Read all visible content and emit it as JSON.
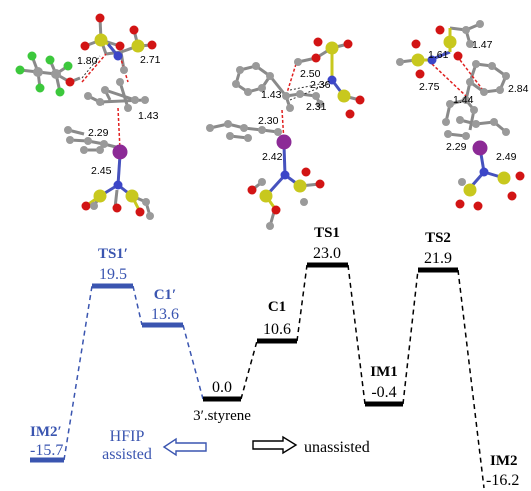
{
  "diagram": {
    "colors": {
      "assisted": "#3a55b0",
      "unassisted": "#000000",
      "atom_sulfur": "#c8c81e",
      "atom_oxygen": "#d21414",
      "atom_nitrogen": "#3c46c8",
      "atom_iodine": "#8c2a96",
      "atom_fluorine": "#3cc83c",
      "atom_carbon": "#9a9a9a",
      "bond_forming": "#e02020"
    },
    "levels": [
      {
        "name": "TS1′",
        "energy": "19.5",
        "path": "assisted"
      },
      {
        "name": "C1′",
        "energy": "13.6",
        "path": "assisted"
      },
      {
        "name": "IM2′",
        "energy": "-15.7",
        "path": "assisted"
      },
      {
        "name": "3′.styrene",
        "energy": "0.0",
        "path": "shared"
      },
      {
        "name": "C1",
        "energy": "10.6",
        "path": "unassisted"
      },
      {
        "name": "TS1",
        "energy": "23.0",
        "path": "unassisted"
      },
      {
        "name": "IM1",
        "energy": "-0.4",
        "path": "unassisted"
      },
      {
        "name": "TS2",
        "energy": "21.9",
        "path": "unassisted"
      },
      {
        "name": "IM2",
        "energy": "-16.2",
        "path": "unassisted"
      }
    ],
    "legend": {
      "assisted_line1": "HFIP",
      "assisted_line2": "assisted",
      "unassisted": "unassisted"
    },
    "distances": {
      "ts1p": [
        "1.80",
        "2.71",
        "1.43",
        "2.29",
        "2.45"
      ],
      "ts1": [
        "2.50",
        "2.36",
        "1.43",
        "2.31",
        "2.30",
        "2.42"
      ],
      "ts2": [
        "1.61",
        "1.47",
        "2.75",
        "2.84",
        "1.44",
        "2.29",
        "2.49"
      ]
    }
  }
}
